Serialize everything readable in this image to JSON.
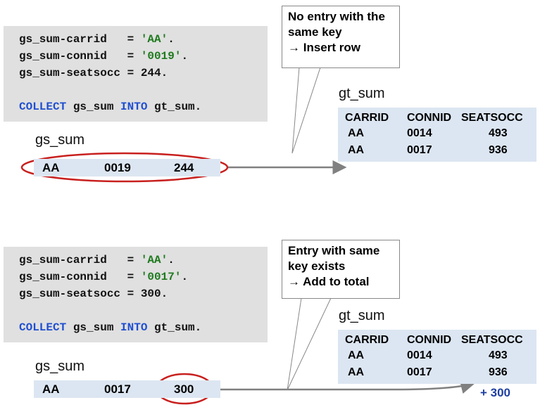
{
  "top": {
    "code": {
      "l1a": "gs_sum-carrid   = ",
      "l1b": "'AA'",
      "l1c": ".",
      "l2a": "gs_sum-connid   = ",
      "l2b": "'0019'",
      "l2c": ".",
      "l3": "gs_sum-seatsocc = 244.",
      "kw1": "COLLECT",
      "mid": " gs_sum ",
      "kw2": "INTO",
      "end": " gt_sum."
    },
    "gs_label": "gs_sum",
    "gs_row": [
      "AA",
      "0019",
      "244"
    ],
    "callout": [
      "No entry with the",
      "same key",
      "→ Insert row"
    ],
    "gt_label": "gt_sum",
    "gt_headers": [
      "CARRID",
      "CONNID",
      "SEATSOCC"
    ],
    "gt_rows": [
      [
        "AA",
        "0014",
        "493"
      ],
      [
        "AA",
        "0017",
        "936"
      ]
    ]
  },
  "bottom": {
    "code": {
      "l1a": "gs_sum-carrid   = ",
      "l1b": "'AA'",
      "l1c": ".",
      "l2a": "gs_sum-connid   = ",
      "l2b": "'0017'",
      "l2c": ".",
      "l3": "gs_sum-seatsocc = 300.",
      "kw1": "COLLECT",
      "mid": " gs_sum ",
      "kw2": "INTO",
      "end": " gt_sum."
    },
    "gs_label": "gs_sum",
    "gs_row": [
      "AA",
      "0017",
      "300"
    ],
    "callout": [
      "Entry with same",
      "key exists",
      "→ Add to total"
    ],
    "gt_label": "gt_sum",
    "gt_headers": [
      "CARRID",
      "CONNID",
      "SEATSOCC"
    ],
    "gt_rows": [
      [
        "AA",
        "0014",
        "493"
      ],
      [
        "AA",
        "0017",
        "936"
      ]
    ],
    "added": "+ 300"
  }
}
